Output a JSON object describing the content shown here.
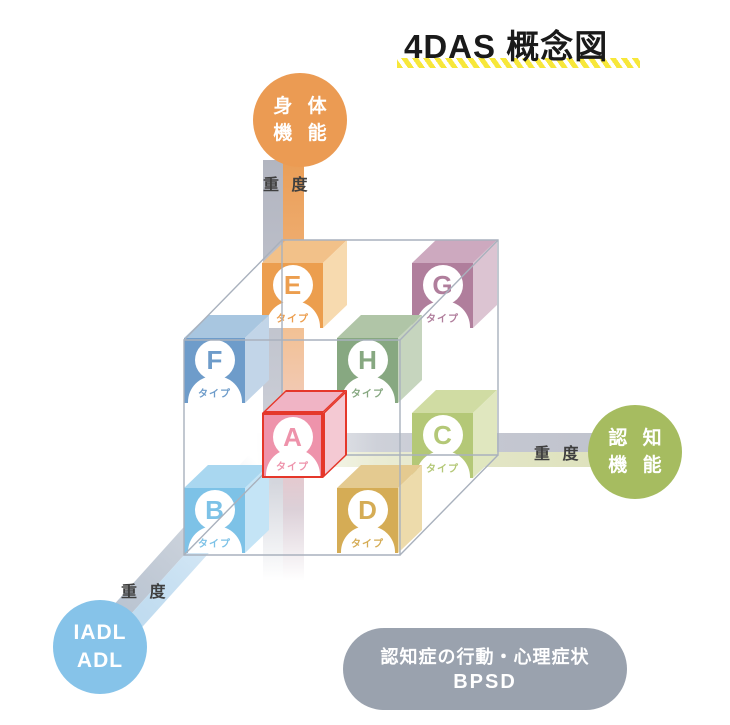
{
  "title": "4DAS 概念図",
  "colors": {
    "underline": "#F7E73A",
    "wireframe": "#A9B1BD"
  },
  "axis_circles": {
    "physical": {
      "line1": "身 体",
      "line2": "機 能",
      "color": "#EB9B53",
      "severity": "重 度"
    },
    "cognitive": {
      "line1": "認 知",
      "line2": "機 能",
      "color": "#A6BC60",
      "severity": "重 度"
    },
    "adl": {
      "line1": "IADL",
      "line2": "ADL",
      "color": "#86C3E9",
      "severity": "重 度"
    }
  },
  "bpsd": {
    "line1": "認知症の行動・心理症状",
    "line2": "BPSD",
    "color": "#9AA2AE"
  },
  "cubes": [
    {
      "id": "E",
      "letter": "E",
      "sub": "タイプ",
      "front": "#EC9E4E",
      "top": "#F2C189",
      "side": "#F7DAAF",
      "highlight": false
    },
    {
      "id": "G",
      "letter": "G",
      "sub": "タイプ",
      "front": "#B07E9C",
      "top": "#CDA9BF",
      "side": "#DCC4D2",
      "highlight": false
    },
    {
      "id": "C",
      "letter": "C",
      "sub": "タイプ",
      "front": "#B4C877",
      "top": "#D0DCA3",
      "side": "#E0E7BF",
      "highlight": false
    },
    {
      "id": "F",
      "letter": "F",
      "sub": "タイプ",
      "front": "#6E9CCA",
      "top": "#A8C6E0",
      "side": "#C2D5E8",
      "highlight": false
    },
    {
      "id": "H",
      "letter": "H",
      "sub": "タイプ",
      "front": "#87A881",
      "top": "#B0C5A7",
      "side": "#C6D5BE",
      "highlight": false
    },
    {
      "id": "B",
      "letter": "B",
      "sub": "タイプ",
      "front": "#7DC2E7",
      "top": "#A9D7F0",
      "side": "#C4E4F6",
      "highlight": false
    },
    {
      "id": "D",
      "letter": "D",
      "sub": "タイプ",
      "front": "#D5AC55",
      "top": "#E4CA90",
      "side": "#EDDBAB",
      "highlight": false
    },
    {
      "id": "A",
      "letter": "A",
      "sub": "タイプ",
      "front": "#EE93AB",
      "top": "#F0B4C5",
      "side": "#F4C9D3",
      "highlight": true,
      "highlight_border": "#E5372A"
    }
  ]
}
